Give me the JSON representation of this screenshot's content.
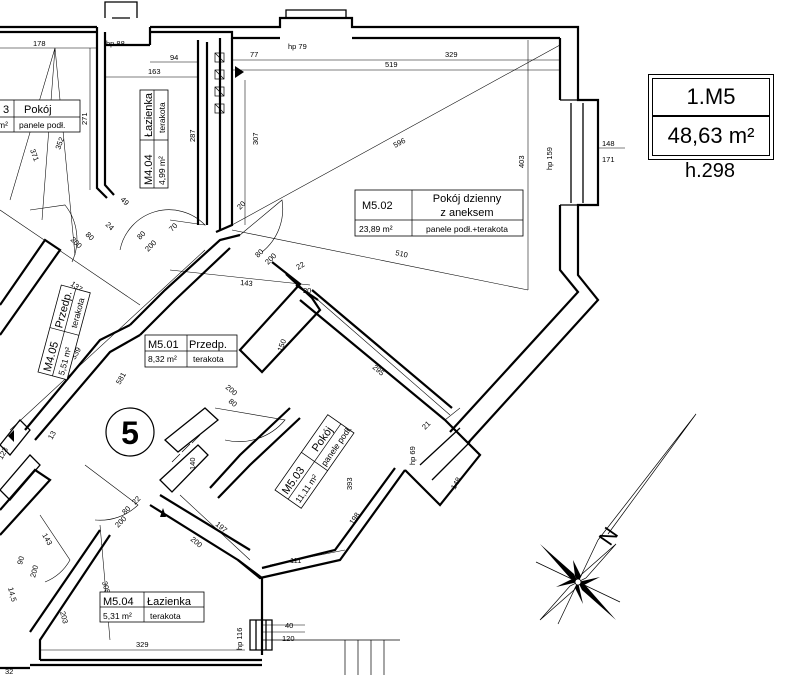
{
  "unit": {
    "id": "1.M5",
    "area": "48,63 m²",
    "height": "h.298",
    "number": "5"
  },
  "rooms": [
    {
      "code": "M5.02",
      "name": "Pokój dzienny",
      "name2": "z aneksem",
      "area": "23,89 m²",
      "finish": "panele podł.+terakota"
    },
    {
      "code": "M5.01",
      "name": "Przedp.",
      "area": "8,32 m²",
      "finish": "terakota"
    },
    {
      "code": "M5.03",
      "name": "Pokój",
      "area": "11,11 m²",
      "finish": "panele podł."
    },
    {
      "code": "M5.04",
      "name": "Łazienka",
      "area": "5,31 m²",
      "finish": "terakota"
    },
    {
      "code": "M4.04",
      "name": "Łazienka",
      "area": "4,99 m²",
      "finish": "terakota"
    },
    {
      "code": "M4.05",
      "name": "Przedp.",
      "area": "5,51 m²",
      "finish": "terakota"
    },
    {
      "code": "3",
      "name": "Pokój",
      "area": "m²",
      "finish": "panele podł."
    }
  ],
  "dimensions": {
    "d178": "178",
    "hp88": "hp 88",
    "hp79": "hp 79",
    "d94": "94",
    "d163": "163",
    "d77": "77",
    "d329a": "329",
    "d519": "519",
    "d307": "307",
    "d596": "596",
    "d403": "403",
    "hp159": "hp 159",
    "d148": "148",
    "d171": "171",
    "d287": "287",
    "d271": "271",
    "d352": "352",
    "d371": "371",
    "d49": "49",
    "d24": "24",
    "d80a": "80",
    "d200a": "200",
    "d80b": "80",
    "d200b": "200",
    "d70": "70",
    "d20a": "20",
    "d80c": "80",
    "d200c": "200",
    "d22": "22",
    "d20b": "20",
    "d510": "510",
    "d137": "137",
    "d143a": "143",
    "d339": "339",
    "d581": "581",
    "d150": "150",
    "d295": "295",
    "d21": "21",
    "d200d": "200",
    "d80d": "80",
    "d140": "140",
    "d393": "393",
    "hp69": "hp 69",
    "d21b": "21",
    "d148b": "148",
    "d198": "198",
    "d197": "197",
    "d111": "111",
    "d22b": "22",
    "d80e": "80",
    "d200e": "200",
    "d200f": "200",
    "d143b": "143",
    "d90": "90",
    "d200g": "200",
    "d305": "305",
    "d203": "203",
    "d145": "14,5",
    "d329b": "329",
    "hp116": "hp 116",
    "d40": "40",
    "d120": "120",
    "d123": "123",
    "d12": "12",
    "d32": "32",
    "d13": "13"
  },
  "compass": {
    "north": "N"
  }
}
